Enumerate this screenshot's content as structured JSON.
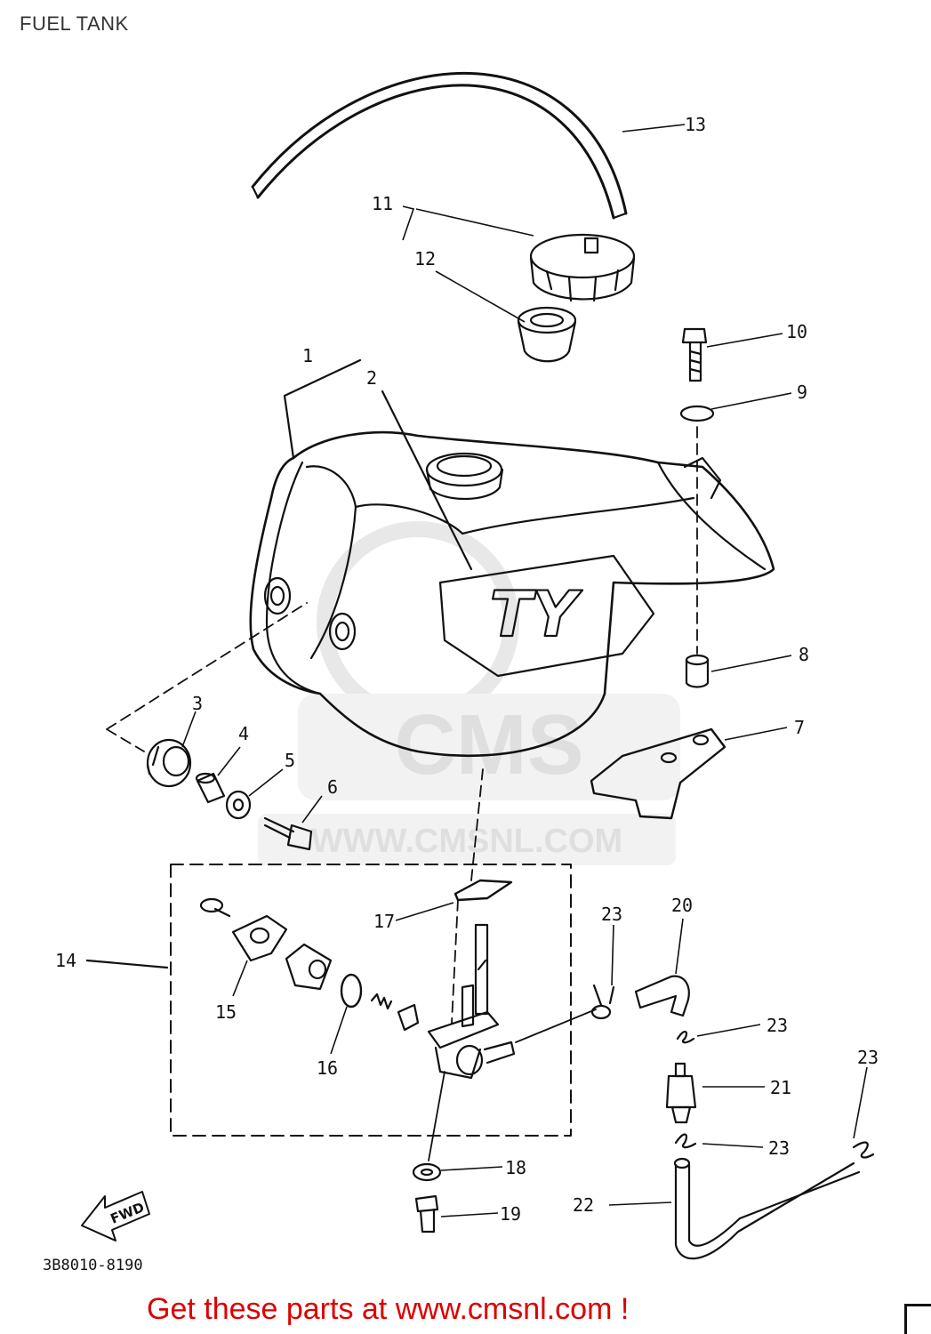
{
  "page": {
    "title": "FUEL TANK"
  },
  "diagram": {
    "code": "3B8010-8190",
    "fwd_label": "FWD",
    "tank_badge": "TY",
    "watermark": {
      "brand": "CMS",
      "url": "WWW.CMSNL.COM"
    },
    "callouts": [
      "1",
      "2",
      "3",
      "4",
      "5",
      "6",
      "7",
      "8",
      "9",
      "10",
      "11",
      "12",
      "13",
      "14",
      "15",
      "16",
      "17",
      "18",
      "19",
      "20",
      "21",
      "22",
      "23"
    ]
  },
  "footer": {
    "link_text": "Get these parts at www.cmsnl.com !",
    "link_color": "#dd0000"
  }
}
